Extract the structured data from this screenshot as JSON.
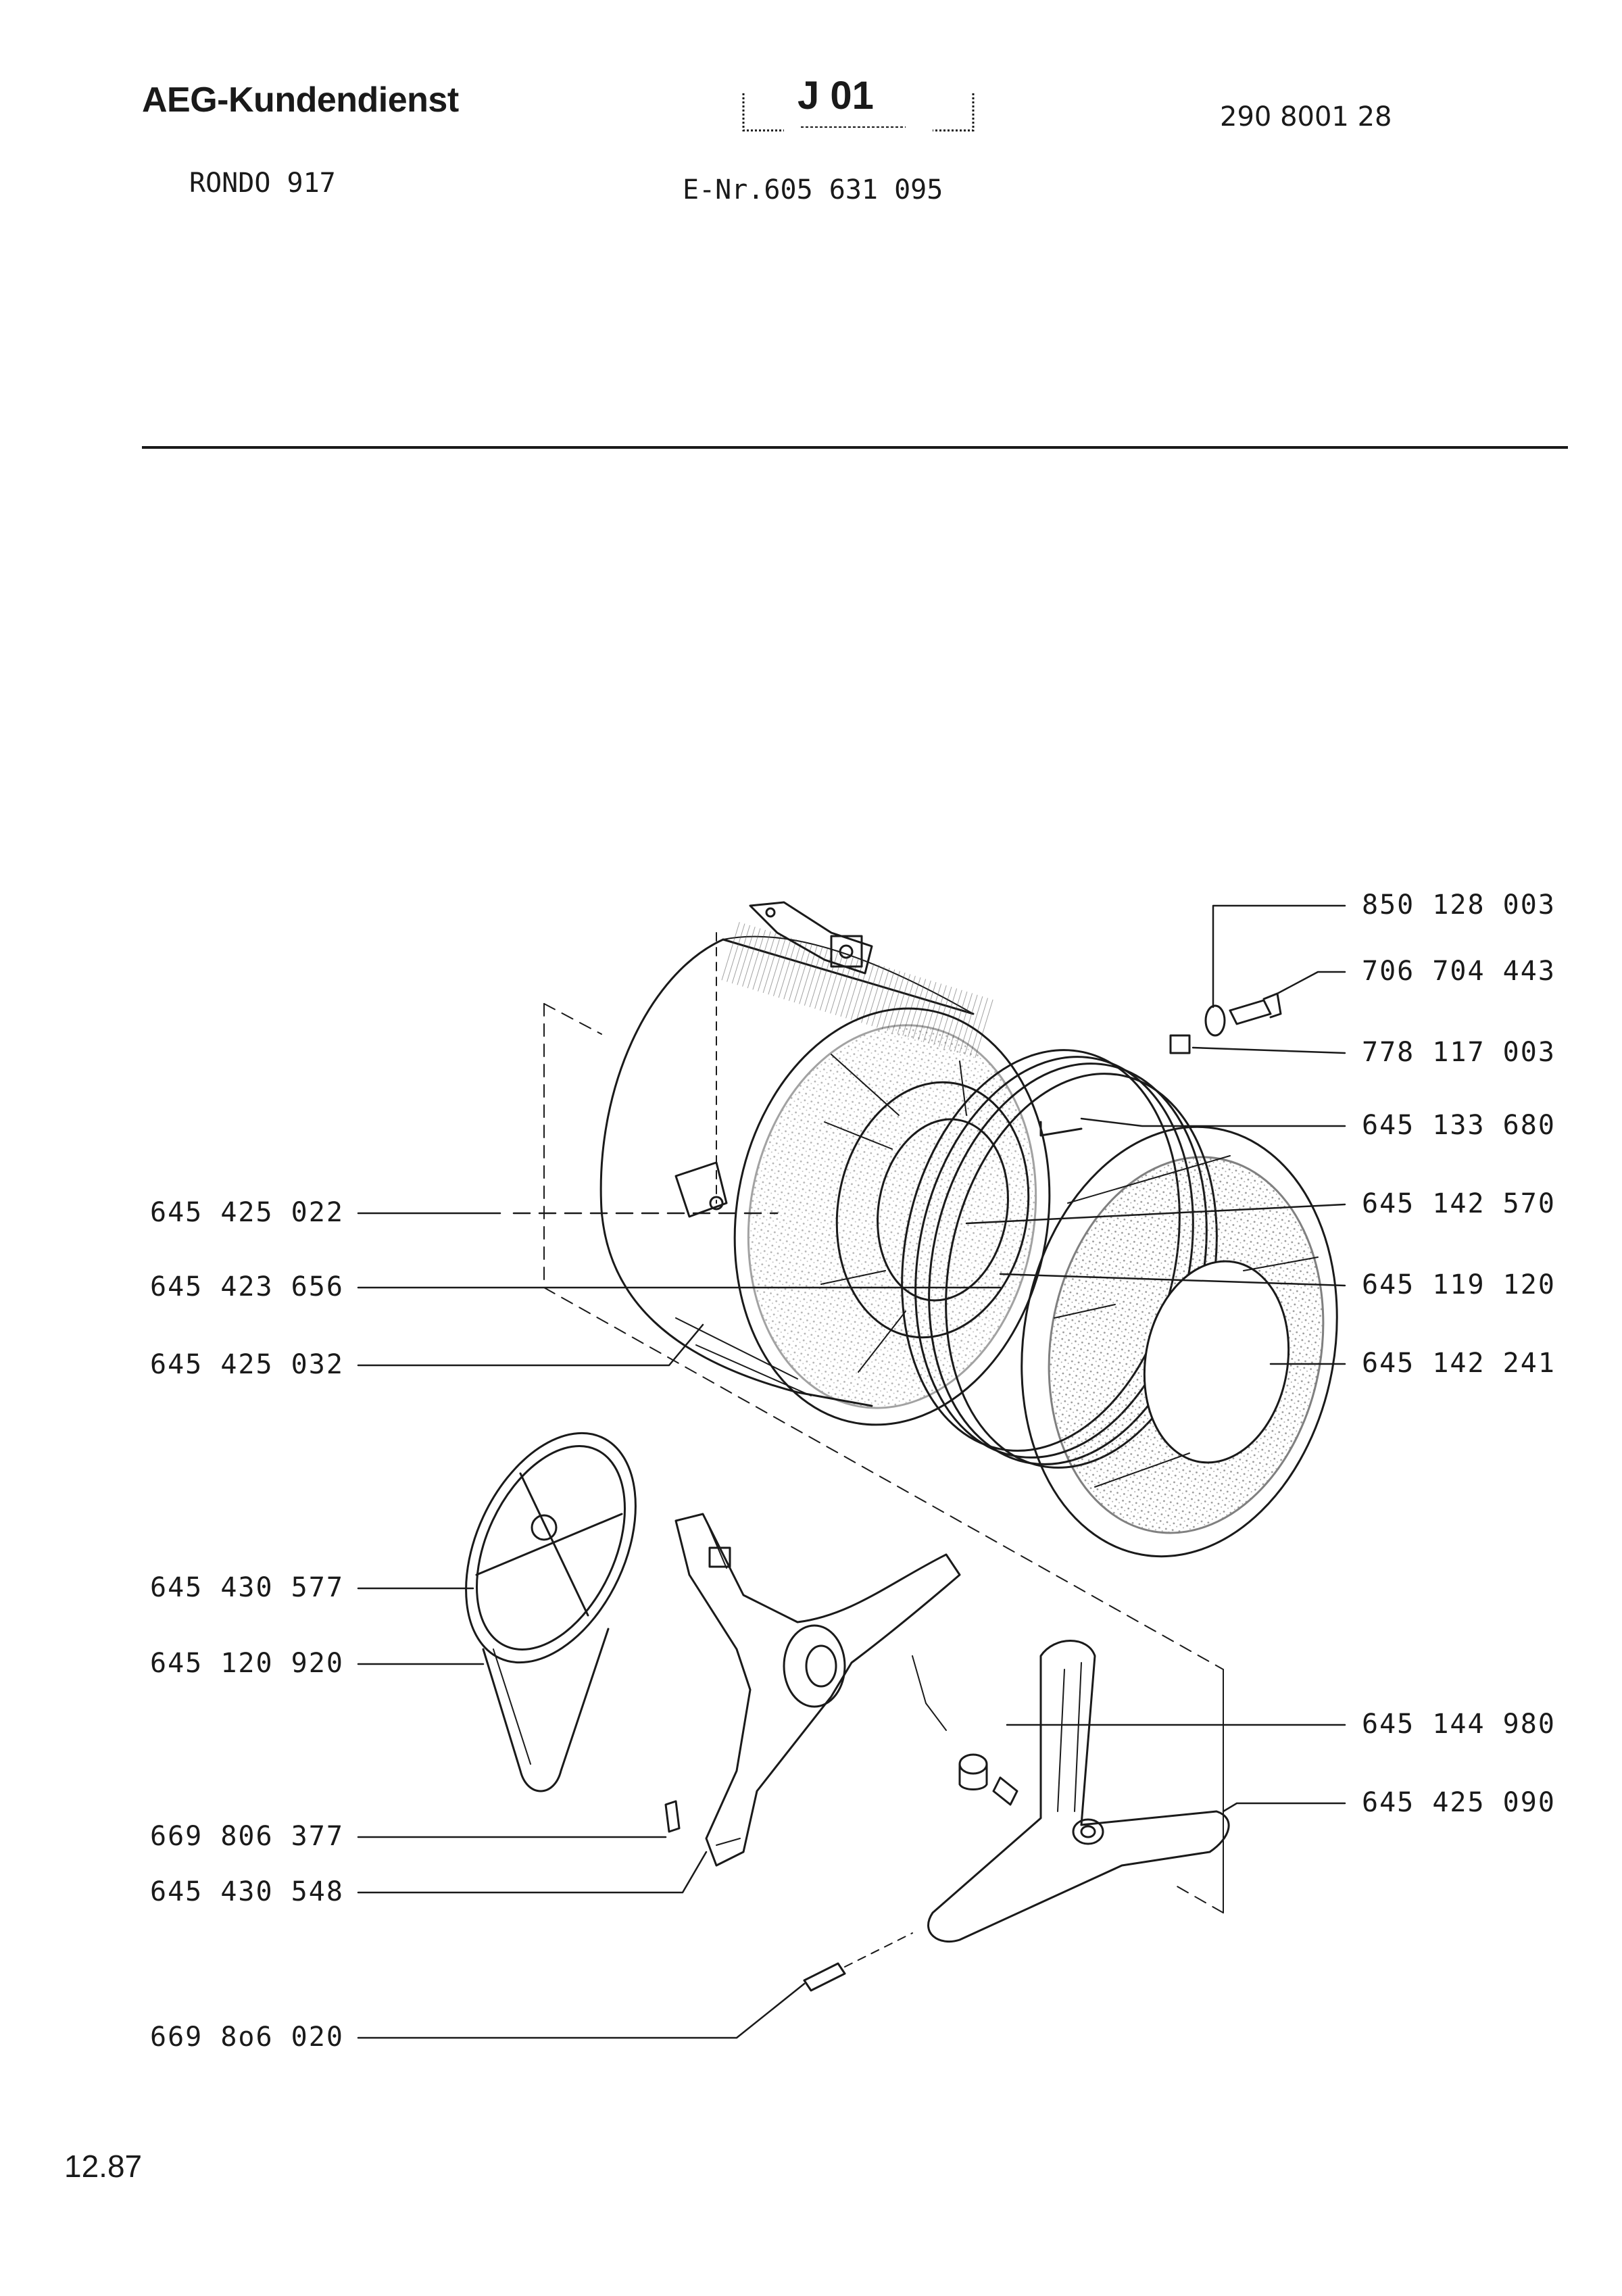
{
  "header": {
    "brand": "AEG-Kundendienst",
    "sheet_code": "J 01",
    "document_number": "290 8001 28",
    "model": "RONDO 917",
    "e_number": "E-Nr.605 631 095"
  },
  "parts_right": [
    "850 128 003",
    "706 704 443",
    "778 117 003",
    "645 133 680",
    "645 142 570",
    "645 119 120",
    "645 142 241",
    "645 144 980",
    "645 425 090"
  ],
  "parts_left": [
    "645 425 022",
    "645 423 656",
    "645 425 032",
    "645 430 577",
    "645 120 920",
    "669 806 377",
    "645 430 548",
    "669 8o6 020"
  ],
  "footer": {
    "date": "12.87"
  }
}
